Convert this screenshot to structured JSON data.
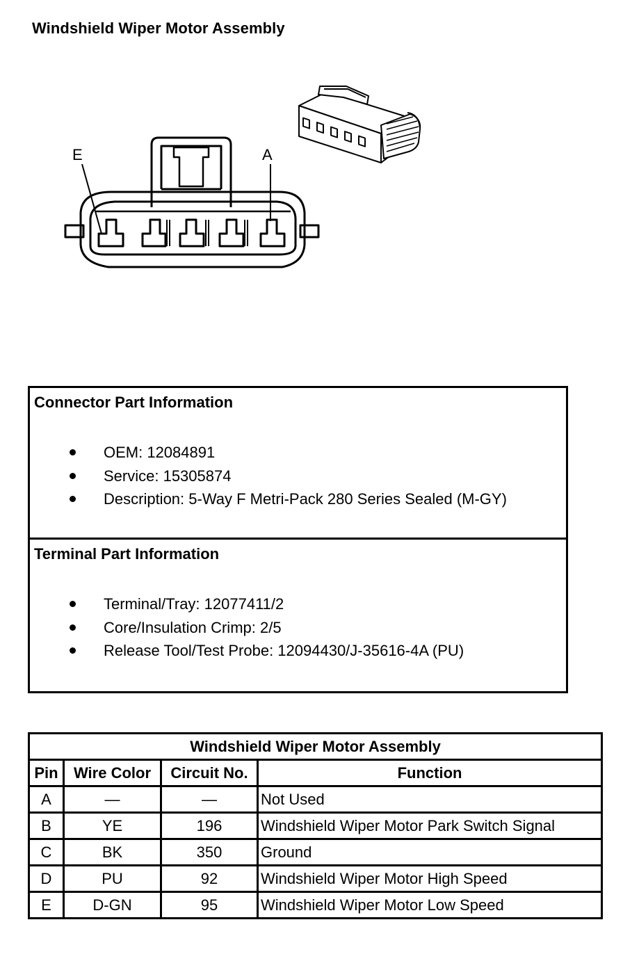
{
  "page": {
    "title": "Windshield Wiper Motor Assembly"
  },
  "diagram": {
    "label_left_pin": "E",
    "label_right_pin": "A"
  },
  "connector_info": {
    "title": "Connector Part Information",
    "items": [
      "OEM: 12084891",
      "Service: 15305874",
      "Description: 5-Way F Metri-Pack 280 Series Sealed (M-GY)"
    ]
  },
  "terminal_info": {
    "title": "Terminal Part Information",
    "items": [
      "Terminal/Tray: 12077411/2",
      "Core/Insulation Crimp: 2/5",
      "Release Tool/Test Probe: 12094430/J-35616-4A (PU)"
    ]
  },
  "pinout_table": {
    "title": "Windshield Wiper Motor Assembly",
    "headers": [
      "Pin",
      "Wire Color",
      "Circuit No.",
      "Function"
    ],
    "rows": [
      [
        "A",
        "—",
        "—",
        "Not Used"
      ],
      [
        "B",
        "YE",
        "196",
        "Windshield Wiper Motor Park Switch Signal"
      ],
      [
        "C",
        "BK",
        "350",
        "Ground"
      ],
      [
        "D",
        "PU",
        "92",
        "Windshield Wiper Motor High Speed"
      ],
      [
        "E",
        "D-GN",
        "95",
        "Windshield Wiper Motor Low Speed"
      ]
    ]
  }
}
